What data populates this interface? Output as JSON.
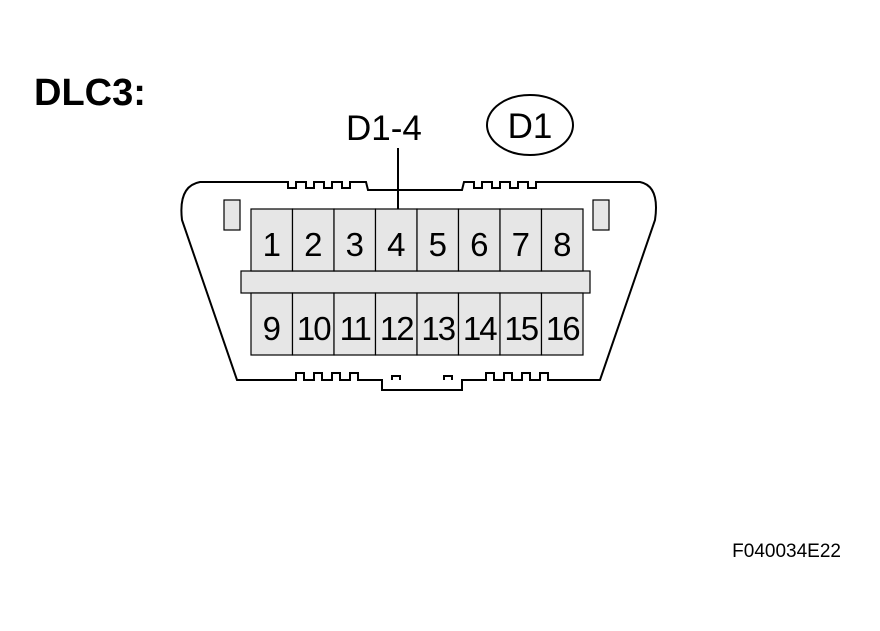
{
  "diagram": {
    "title": "DLC3:",
    "terminal_callout": "D1-4",
    "connector_code": "D1",
    "figure_id": "F040034E22",
    "pins_top_row": [
      "1",
      "2",
      "3",
      "4",
      "5",
      "6",
      "7",
      "8"
    ],
    "pins_bottom_row": [
      "9",
      "10",
      "11",
      "12",
      "13",
      "14",
      "15",
      "16"
    ],
    "highlighted_pin": "4",
    "fill_color": "#e6e6e6",
    "line_color": "#000000"
  }
}
